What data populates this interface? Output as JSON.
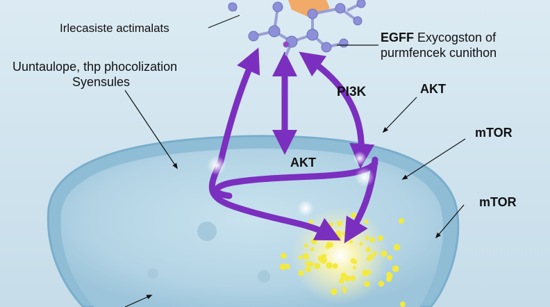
{
  "labels": {
    "top_left": "Irlecasiste actimalats",
    "left_line1": "Uuntaulope, thp phocolization",
    "left_line2": "Syensules",
    "egff_bold": "EGFF",
    "egff_rest": " Exycogston of",
    "egff_line2": "purmfencek cunithon",
    "pi3k": "PI3K",
    "akt_right": "AKT",
    "akt_center": "AKT",
    "mtor_upper": "mTOR",
    "mtor_lower": "mTOR"
  },
  "colors": {
    "background": "#d3e6f0",
    "cell_membrane": "#7fb3d1",
    "cell_interior": "#b7d6e6",
    "arrow": "#7b2fbf",
    "molecule_atom": "#8d90d8",
    "molecule_orange": "#f4a35a",
    "glow": "#fff3a8",
    "dots": "#f3ea3c"
  }
}
